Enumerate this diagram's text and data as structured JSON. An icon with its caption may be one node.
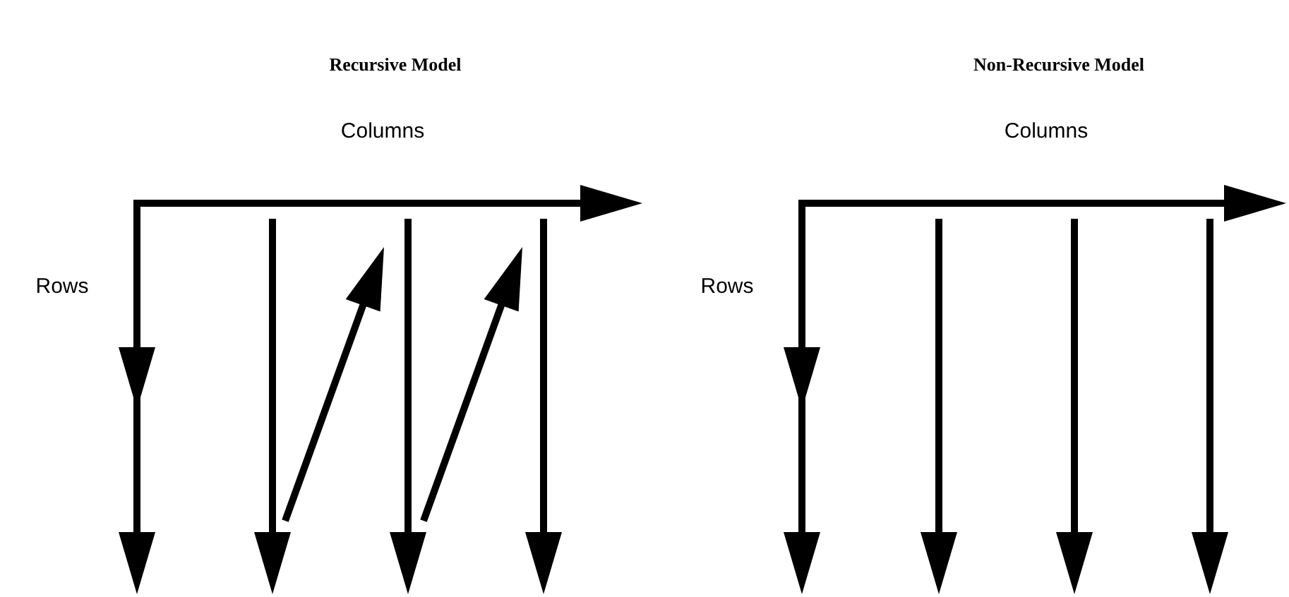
{
  "diagram": {
    "labels": [
      "Recursive Model",
      "Non-Recursive Model",
      "Columns",
      "Columns",
      "Rows",
      "Rows"
    ]
  }
}
